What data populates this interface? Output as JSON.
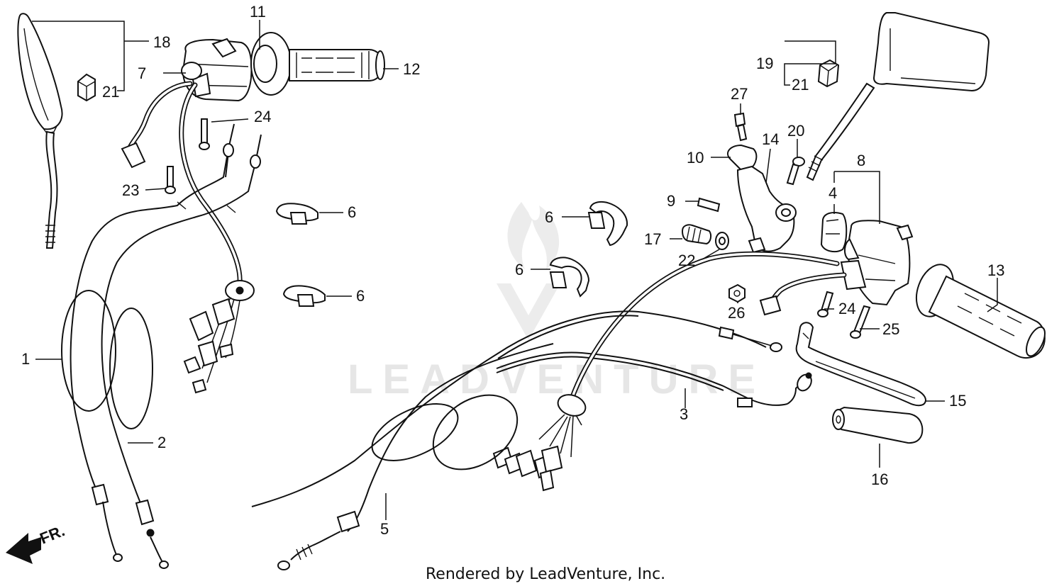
{
  "diagram": {
    "watermark_text": "LEADVENTURE",
    "footer": "Rendered by LeadVenture, Inc.",
    "direction_label": "FR."
  },
  "callouts": [
    {
      "id": "c1",
      "label": "1"
    },
    {
      "id": "c2",
      "label": "2"
    },
    {
      "id": "c3",
      "label": "3"
    },
    {
      "id": "c4",
      "label": "4"
    },
    {
      "id": "c5",
      "label": "5"
    },
    {
      "id": "c6a",
      "label": "6"
    },
    {
      "id": "c6b",
      "label": "6"
    },
    {
      "id": "c6c",
      "label": "6"
    },
    {
      "id": "c6d",
      "label": "6"
    },
    {
      "id": "c7",
      "label": "7"
    },
    {
      "id": "c8",
      "label": "8"
    },
    {
      "id": "c9",
      "label": "9"
    },
    {
      "id": "c10",
      "label": "10"
    },
    {
      "id": "c11",
      "label": "11"
    },
    {
      "id": "c12",
      "label": "12"
    },
    {
      "id": "c13",
      "label": "13"
    },
    {
      "id": "c14",
      "label": "14"
    },
    {
      "id": "c15",
      "label": "15"
    },
    {
      "id": "c16",
      "label": "16"
    },
    {
      "id": "c17",
      "label": "17"
    },
    {
      "id": "c18",
      "label": "18"
    },
    {
      "id": "c19",
      "label": "19"
    },
    {
      "id": "c20",
      "label": "20"
    },
    {
      "id": "c21a",
      "label": "21"
    },
    {
      "id": "c21b",
      "label": "21"
    },
    {
      "id": "c22",
      "label": "22"
    },
    {
      "id": "c23",
      "label": "23"
    },
    {
      "id": "c24a",
      "label": "24"
    },
    {
      "id": "c24b",
      "label": "24"
    },
    {
      "id": "c25",
      "label": "25"
    },
    {
      "id": "c26",
      "label": "26"
    },
    {
      "id": "c27",
      "label": "27"
    }
  ]
}
